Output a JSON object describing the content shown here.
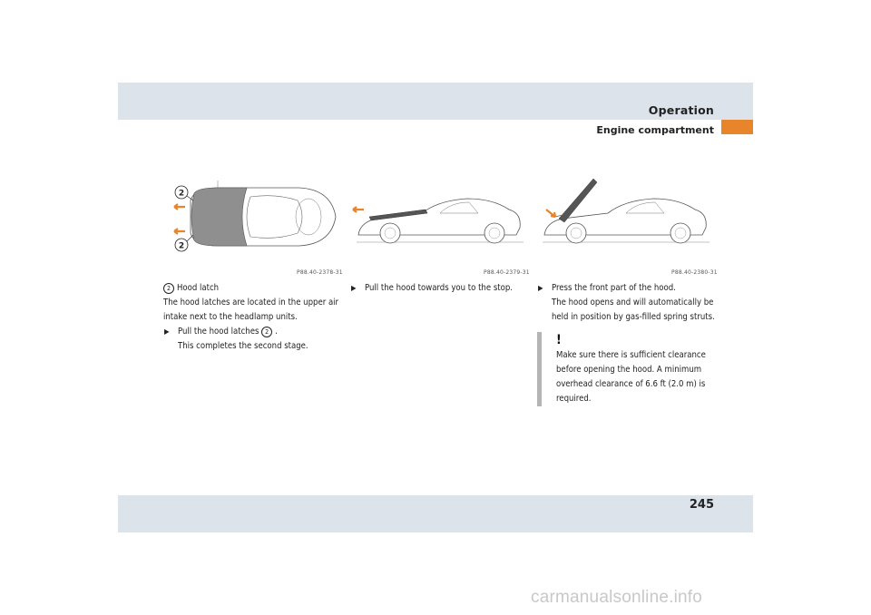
{
  "header": {
    "title": "Operation",
    "subtitle": "Engine compartment"
  },
  "footer": {
    "page_number": "245"
  },
  "watermark": "carmanualsonline.info",
  "figures": [
    {
      "code": "P88.40-2378-31",
      "callout": "2"
    },
    {
      "code": "P88.40-2379-31"
    },
    {
      "code": "P88.40-2380-31"
    }
  ],
  "column1": {
    "legend_num": "2",
    "legend_text": "Hood latch",
    "intro": "The hood latches are located in the upper air intake next to the headlamp units.",
    "step_text": "Pull the hood latches",
    "step_num": "2",
    "step_end": ".",
    "result": "This completes the second stage."
  },
  "column2": {
    "step_text": "Pull the hood towards you to the stop."
  },
  "column3": {
    "step_text": "Press the front part of the hood.",
    "result": "The hood opens and will automatically be held in position by gas-filled spring struts.",
    "warning_icon": "!",
    "warning_text": "Make sure there is sufficient clearance before opening the hood. A minimum overhead clearance of 6.6 ft (2.0 m) is required."
  },
  "colors": {
    "band": "#dde3ea",
    "accent": "#e8852b",
    "arrow": "#e8852b"
  }
}
